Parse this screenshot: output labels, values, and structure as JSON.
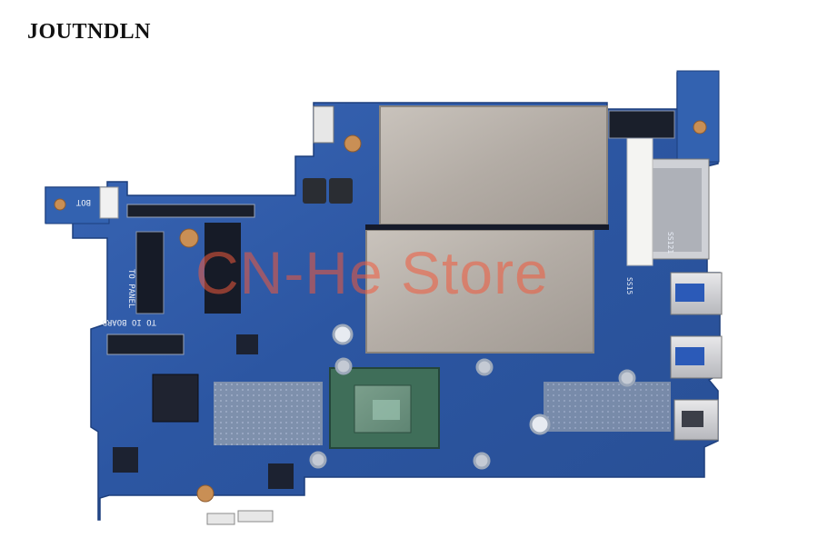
{
  "brand": "JOUTNDLN",
  "watermark": "CN-He Store",
  "board": {
    "pcb_color": "#2f5aa6",
    "silkscreen": {
      "to_panel": "TO PANEL",
      "to_io_board": "TO IO BOARD",
      "bot": "BOT",
      "ss121": "SS121",
      "ss15": "SS15"
    }
  }
}
